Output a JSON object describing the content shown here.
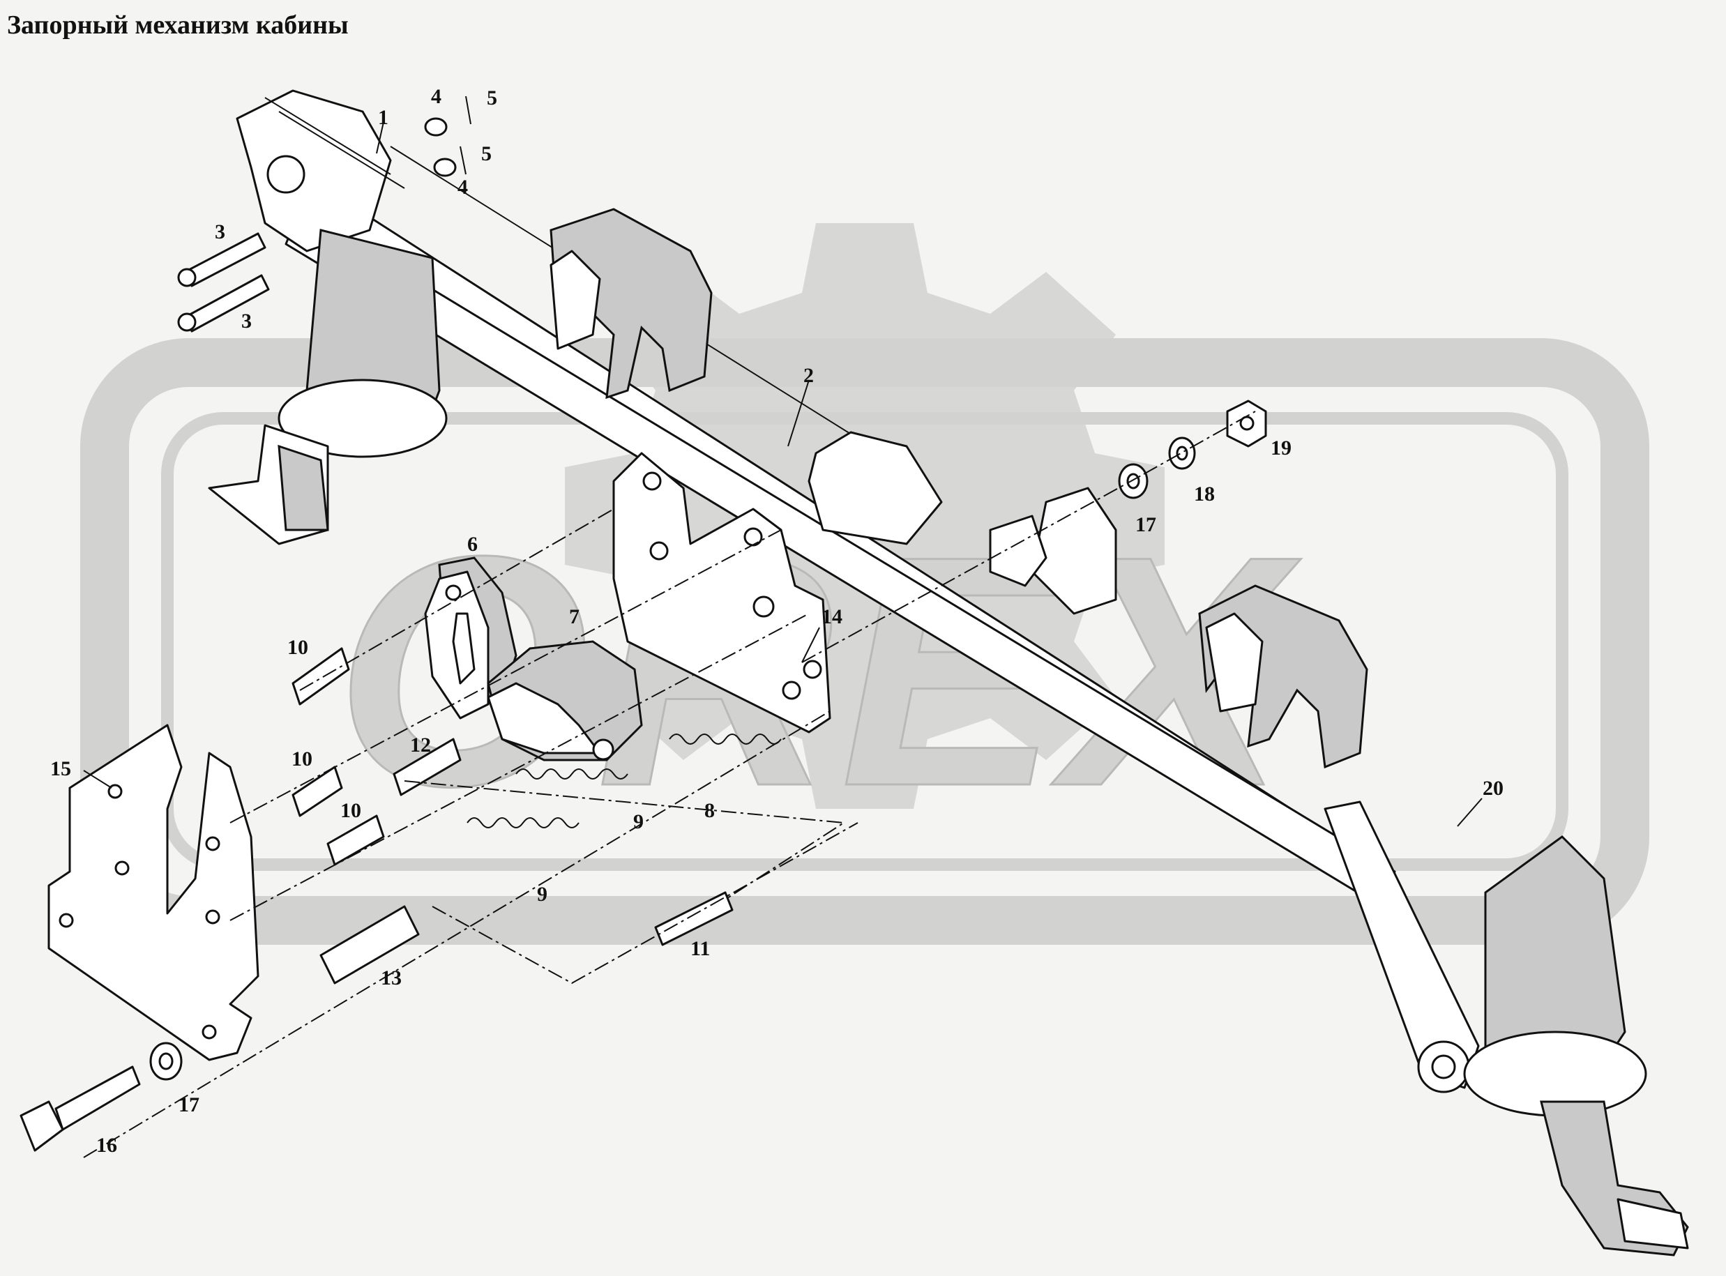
{
  "title": "Запорный механизм кабины",
  "watermark": "OREX",
  "colors": {
    "background": "#f4f4f2",
    "ink": "#111111",
    "watermark": "#d7d7d5"
  },
  "callouts": [
    "1",
    "2",
    "3",
    "3",
    "4",
    "4",
    "5",
    "5",
    "6",
    "7",
    "8",
    "9",
    "9",
    "10",
    "10",
    "10",
    "11",
    "12",
    "13",
    "14",
    "15",
    "16",
    "17",
    "17",
    "18",
    "19",
    "20"
  ]
}
